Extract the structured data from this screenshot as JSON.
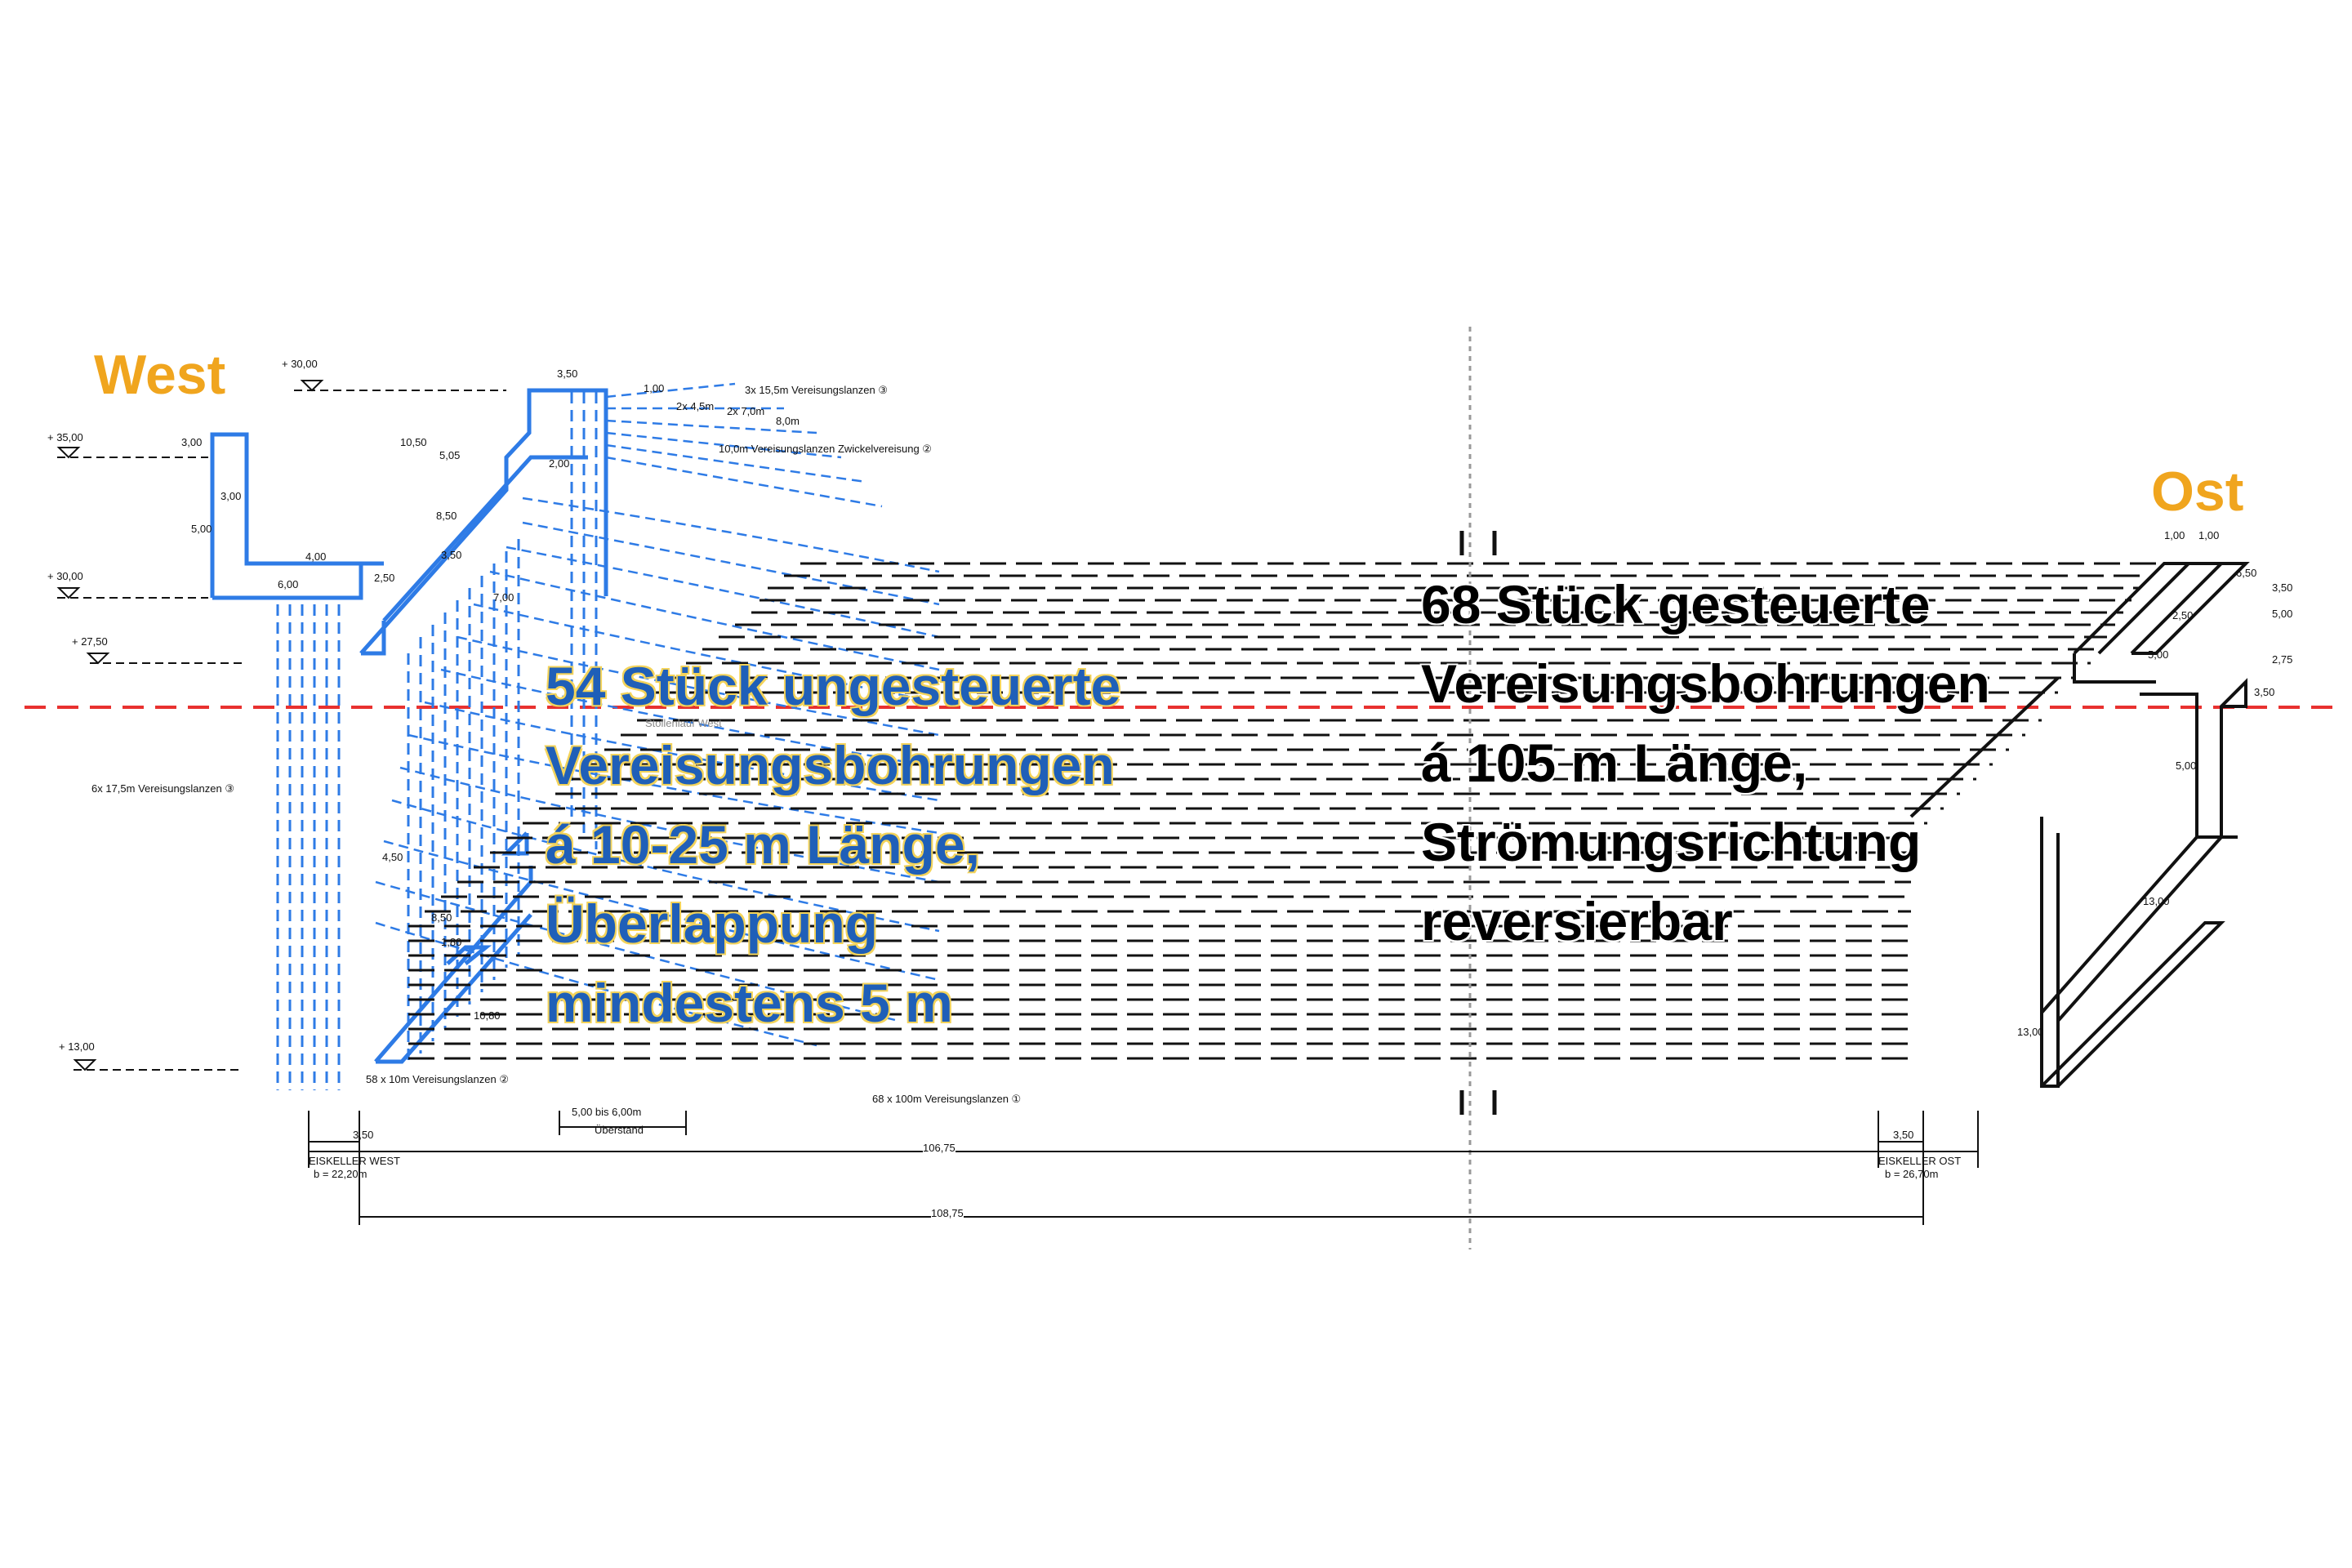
{
  "direction_labels": {
    "west": "West",
    "east": "Ost"
  },
  "callout_west": [
    "54 Stück ungesteuerte",
    "Vereisungsbohrungen",
    "á 10-25 m Länge,",
    "Überlappung",
    "mindestens 5 m"
  ],
  "callout_east": [
    "68 Stück gesteuerte",
    "Vereisungsbohrungen",
    "á 105 m Länge,",
    "Strömungsrichtung",
    "reversierbar"
  ],
  "elevations": [
    "+ 30,00",
    "+ 35,00",
    "+ 30,00",
    "+ 27,50",
    "+ 13,00"
  ],
  "lance_labels": {
    "top_1": "3x 15,5m Vereisungslanzen ③",
    "top_2": "2x 4,5m",
    "top_3": "2x 7,0m",
    "top_4": "8,0m",
    "top_5": "10,0m  Vereisungslanzen Zwickelvereisung ②",
    "left": "6x 17,5m Vereisungslanzen ③",
    "bottom_left": "58 x 10m Vereisungslanzen ②",
    "bottom_mid": "68 x 100m Vereisungslanzen ①",
    "overlap": "5,00 bis 6,00m",
    "overlap_sub": "Überstand"
  },
  "dimensions_west": [
    "3,00",
    "10,50",
    "5,05",
    "1,00",
    "3,50",
    "5,00",
    "3,00",
    "6,00",
    "4,00",
    "8,50",
    "2,50",
    "2,00",
    "7,00",
    "3,50",
    "4,50",
    "8,50",
    "1,80",
    "10,80",
    "3,50"
  ],
  "dimensions_east": [
    "1,00",
    "1,00",
    "6,50",
    "3,50",
    "5,00",
    "2,50",
    "5,00",
    "2,75",
    "3,50",
    "5,00",
    "13,00",
    "13,00",
    "3,50"
  ],
  "overall_dims": {
    "inner": "106,75",
    "outer": "108,75"
  },
  "cellars": {
    "west_name": "EISKELLER WEST",
    "west_width": "b = 22,20m",
    "east_name": "EISKELLER OST",
    "east_width": "b = 26,70m"
  },
  "tunnel_label": "Stollenlauf West",
  "colors": {
    "direction_label": "#F0A51E",
    "blue_lines": "#2E7BE6",
    "blue_callout_text": "#1F5FB8",
    "callout_outline": "#F3D35A",
    "water_level": "#E8312F",
    "drawing_lines": "#111111"
  }
}
